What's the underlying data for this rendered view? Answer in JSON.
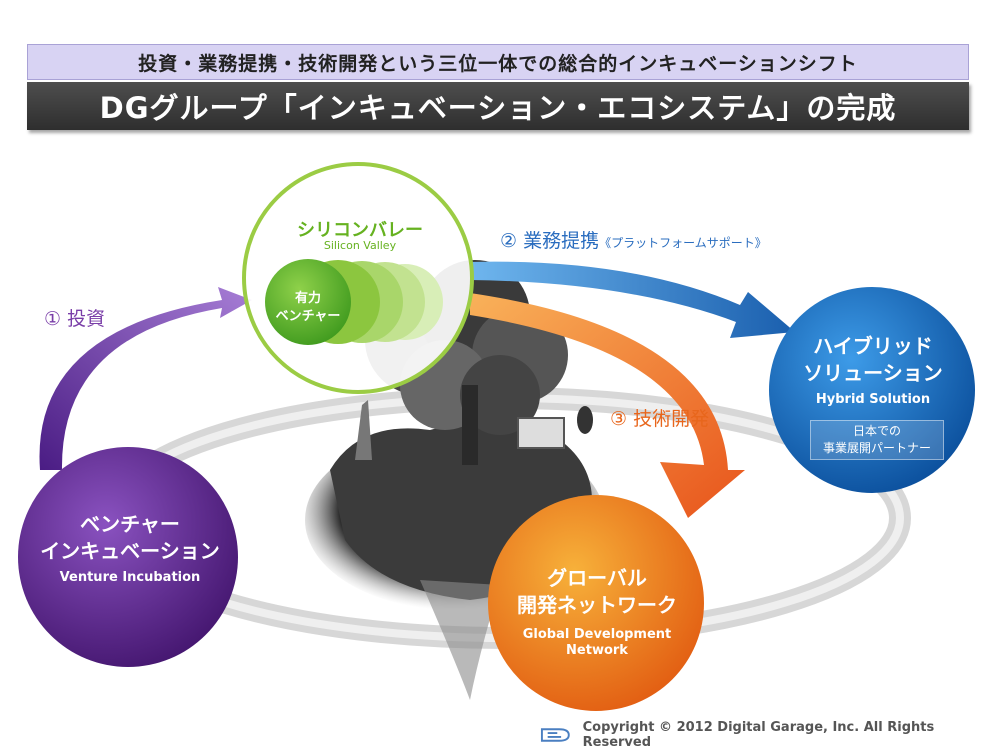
{
  "header": {
    "subtitle": "投資・業務提携・技術開発という三位一体での総合的インキュベーションシフト",
    "title": "DGグループ「インキュベーション・エコシステム」の完成"
  },
  "nodes": {
    "silicon_valley": {
      "label_ja": "シリコンバレー",
      "label_en": "Silicon Valley",
      "inner_ja_line1": "有力",
      "inner_ja_line2": "ベンチャー"
    },
    "venture": {
      "label_ja_line1": "ベンチャー",
      "label_ja_line2": "インキュベーション",
      "label_en": "Venture Incubation"
    },
    "hybrid": {
      "label_ja_line1": "ハイブリッド",
      "label_ja_line2": "ソリューション",
      "label_en": "Hybrid Solution",
      "box_line1": "日本での",
      "box_line2": "事業展開パートナー"
    },
    "global": {
      "label_ja_line1": "グローバル",
      "label_ja_line2": "開発ネットワーク",
      "label_en_line1": "Global Development",
      "label_en_line2": "Network"
    }
  },
  "steps": {
    "step1": "① 投資",
    "step2_main": "② 業務提携",
    "step2_sub": "《プラットフォームサポート》",
    "step3": "③ 技術開発"
  },
  "colors": {
    "venture": "#5b2a91",
    "silicon": "#8cc63f",
    "hybrid": "#1e6fc4",
    "global": "#f08a1c",
    "title_bar": "#3a3a3a",
    "subtitle_bar": "#d8d3f3"
  },
  "footer": {
    "copyright": "Copyright © 2012 Digital Garage, Inc. All Rights Reserved"
  }
}
